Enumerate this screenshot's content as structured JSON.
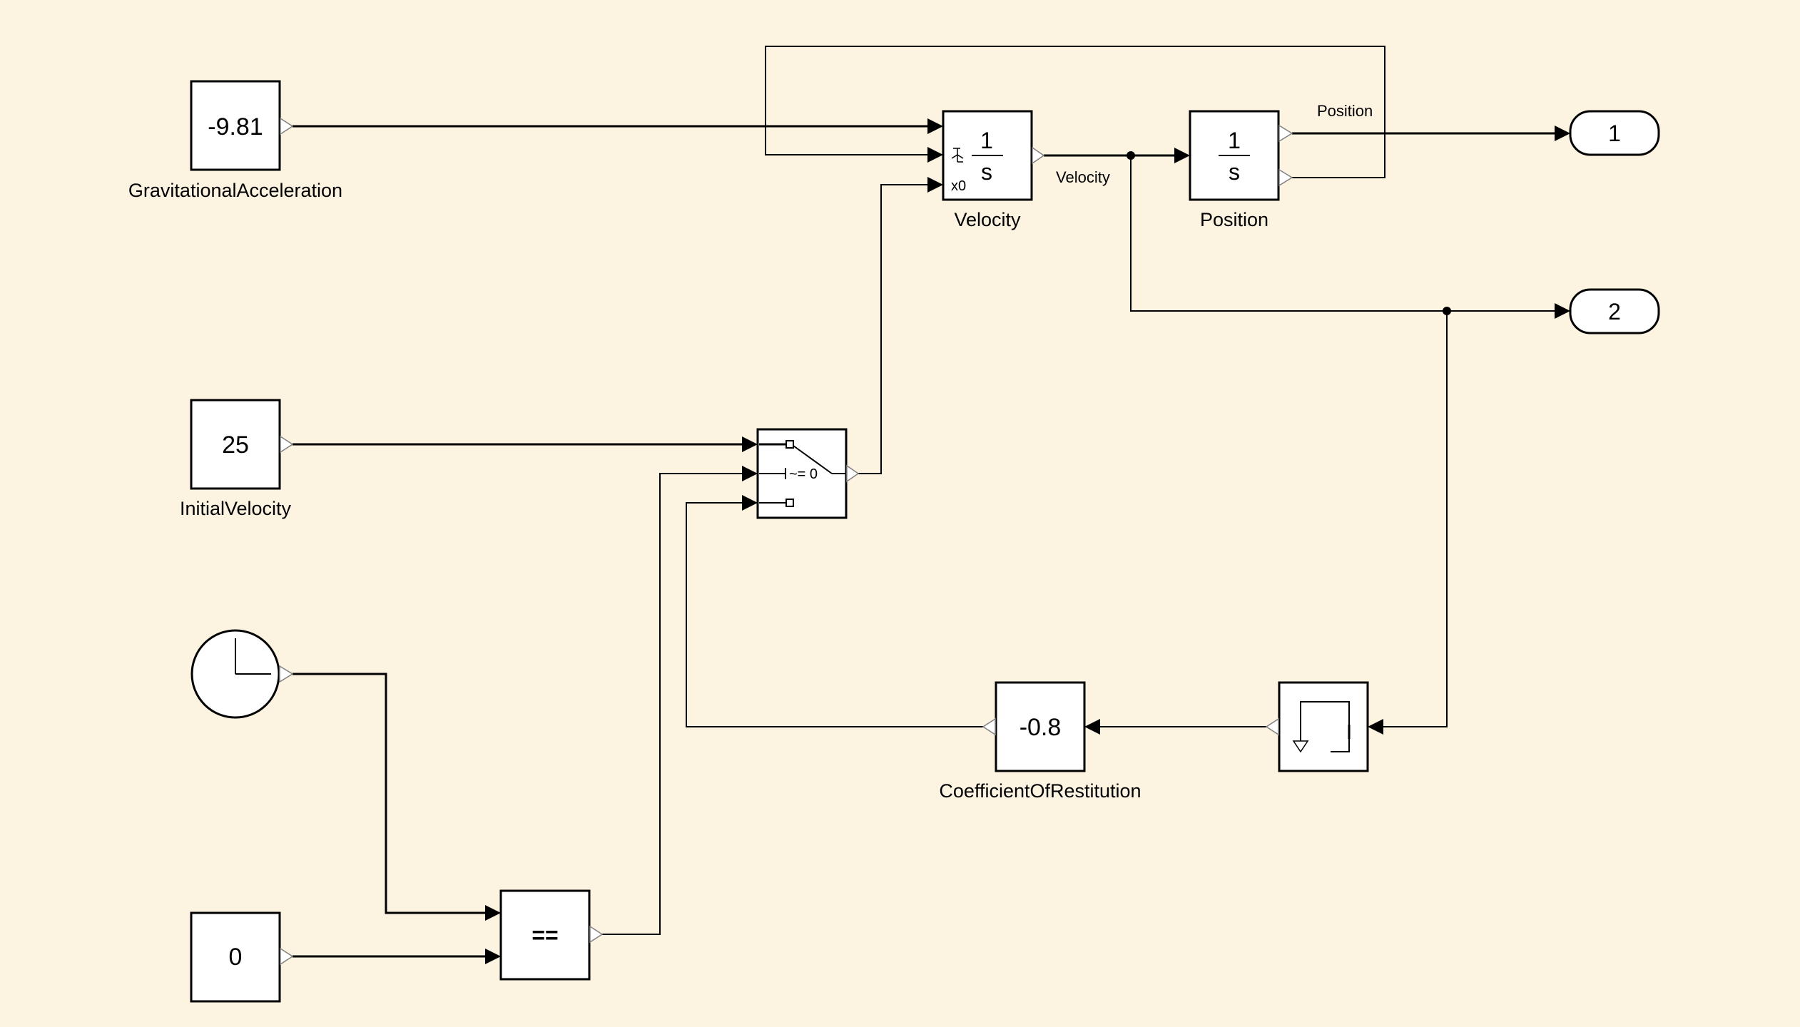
{
  "model": {
    "description": "Simulink bouncing ball model",
    "background_color": "#fdf3e1"
  },
  "blocks": {
    "gravity": {
      "name": "GravitationalAcceleration",
      "value": "-9.81",
      "type": "Constant"
    },
    "initial_velocity": {
      "name": "InitialVelocity",
      "value": "25",
      "type": "Constant"
    },
    "clock": {
      "type": "Clock"
    },
    "zero": {
      "value": "0",
      "type": "Constant"
    },
    "relational": {
      "operator": "==",
      "type": "RelationalOperator"
    },
    "switch": {
      "criteria": "~= 0",
      "type": "Switch"
    },
    "velocity_integrator": {
      "name": "Velocity",
      "numerator": "1",
      "denominator": "s",
      "reset_symbol": "Ɫ",
      "ic_port_label": "x0",
      "type": "Integrator"
    },
    "position_integrator": {
      "name": "Position",
      "numerator": "1",
      "denominator": "s",
      "type": "Integrator"
    },
    "restitution": {
      "name": "CoefficientOfRestitution",
      "value": "-0.8",
      "type": "Gain"
    },
    "memory": {
      "type": "Memory"
    },
    "outport1": {
      "value": "1",
      "type": "Outport"
    },
    "outport2": {
      "value": "2",
      "type": "Outport"
    }
  },
  "signals": {
    "velocity": "Velocity",
    "position": "Position"
  }
}
